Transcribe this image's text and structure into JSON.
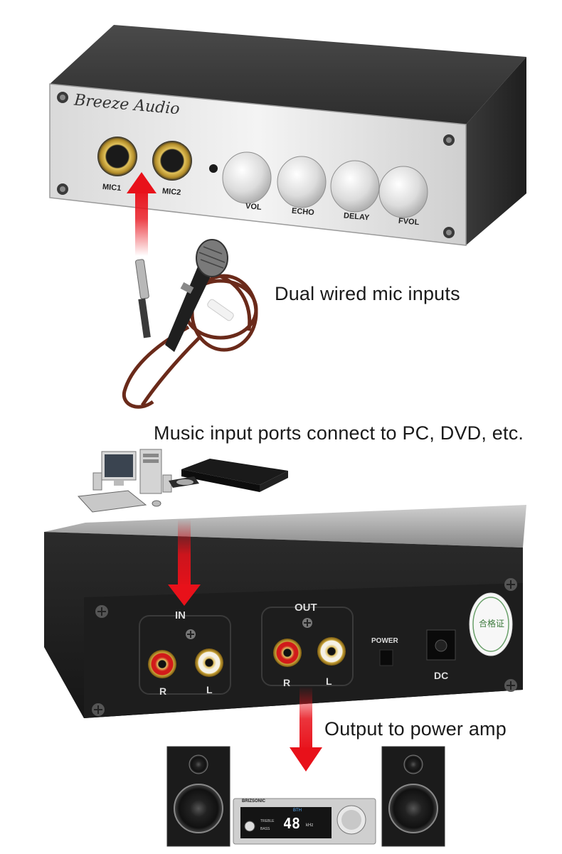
{
  "front_panel": {
    "brand": "Breeze Audio",
    "mic1_label": "MIC1",
    "mic2_label": "MIC2",
    "knobs": [
      "VOL",
      "ECHO",
      "DELAY",
      "FVOL"
    ]
  },
  "captions": {
    "mic": "Dual wired mic inputs",
    "music": "Music input ports connect to PC, DVD, etc.",
    "output": "Output to power amp"
  },
  "rear_panel": {
    "in_label": "IN",
    "out_label": "OUT",
    "r_label": "R",
    "l_label": "L",
    "power_label": "POWER",
    "dc_label": "DC",
    "sticker_text": "合格证"
  },
  "amp_display": {
    "brand": "BRIZSONIC",
    "value": "48",
    "unit": "kHz",
    "badge": "BTH",
    "treble": "TREBLE",
    "bass": "BASS"
  },
  "colors": {
    "arrow_red": "#e8111a",
    "caption_text": "#1a1a1a",
    "rca_red": "#d11a1a",
    "gold": "#c9a43a"
  }
}
